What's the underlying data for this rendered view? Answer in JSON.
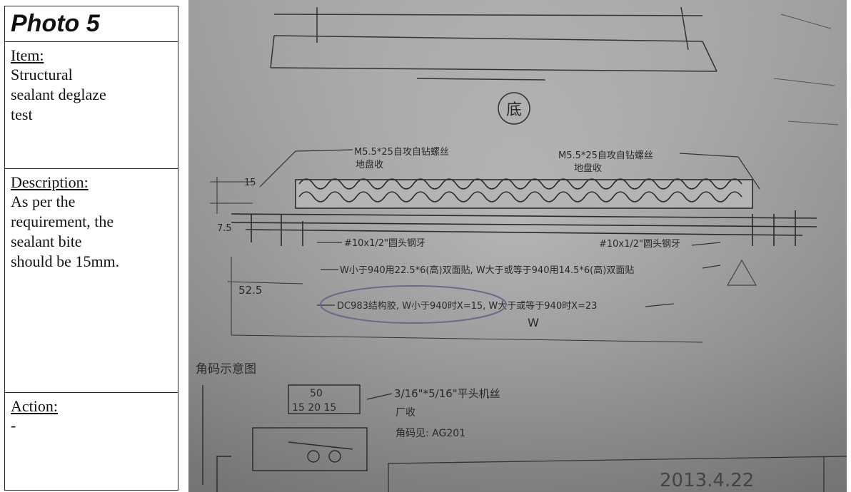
{
  "header": {
    "photo_label": "Photo 5"
  },
  "item": {
    "label": "Item:",
    "value": "Structural\nsealant deglaze\ntest"
  },
  "description": {
    "label": "Description:",
    "value": "As per the\nrequirement, the\nsealant bite\nshould be 15mm."
  },
  "action": {
    "label": "Action:",
    "value": "-"
  },
  "drawing": {
    "section_mark": "底",
    "callout_screw_left": "M5.5*25自攻自钻螺丝",
    "callout_screw_left_sub": "地盘收",
    "callout_screw_right": "M5.5*25自攻自钻螺丝",
    "callout_screw_right_sub": "地盘收",
    "callout_bolt_left": "#10x1/2\"圆头钢牙",
    "callout_bolt_right": "#10x1/2\"圆头钢牙",
    "callout_tape": "W小于940用22.5*6(高)双面贴, W大于或等于940用14.5*6(高)双面贴",
    "callout_sealant": "DC983结构胶, W小于940时X=15, W大于或等于940时X=23",
    "dim_15": "15",
    "dim_75": "7.5",
    "dim_525": "52.5",
    "dim_w": "W",
    "detail_title": "角码示意图",
    "detail_dims": [
      "50",
      "15 20 15"
    ],
    "detail_screw": "3/16\"*5/16\"平头机丝",
    "detail_sub": "厂收",
    "detail_ref": "角码见: AG201",
    "footer_date": "2013.4.22"
  }
}
